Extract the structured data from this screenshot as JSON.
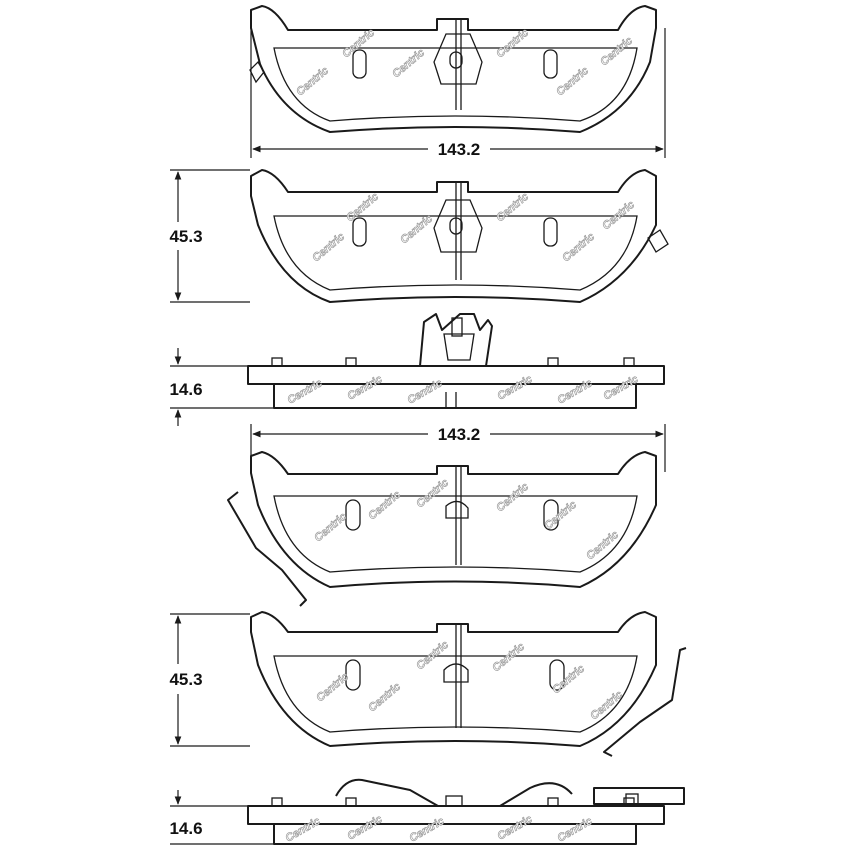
{
  "dimensions": {
    "top_width": "143.2",
    "top_height": "45.3",
    "top_thickness": "14.6",
    "bottom_width": "143.2",
    "bottom_height": "45.3",
    "bottom_thickness": "14.6"
  },
  "watermark": "Centric",
  "colors": {
    "line": "#1a1a1a",
    "watermark": "#9a9a9a",
    "background": "#ffffff"
  }
}
